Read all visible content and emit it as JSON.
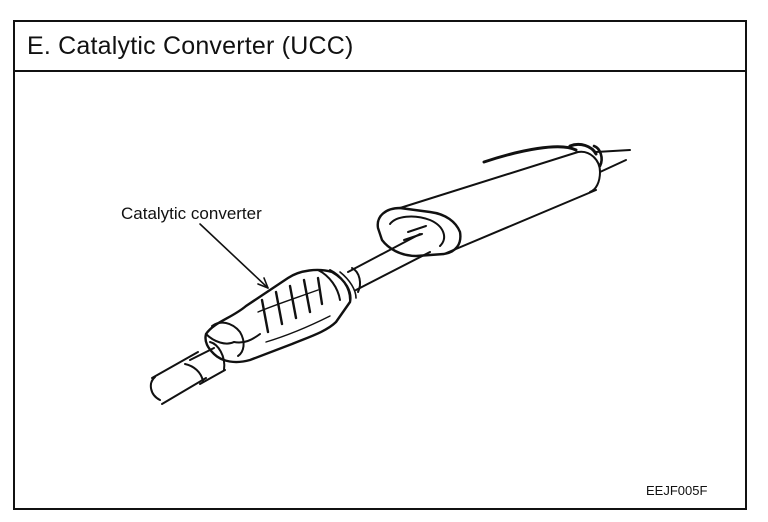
{
  "section": {
    "title": "E. Catalytic Converter (UCC)"
  },
  "diagram": {
    "callout_label": "Catalytic converter",
    "figure_code": "EEJF005F"
  }
}
